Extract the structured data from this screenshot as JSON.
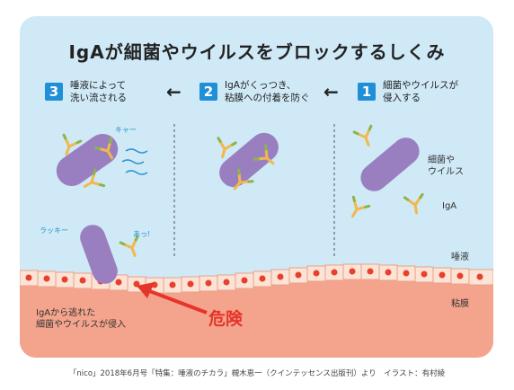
{
  "title": "IgAが細菌やウイルスをブロックするしくみ",
  "steps": [
    {
      "num": "3",
      "line1": "唾液によって",
      "line2": "洗い流される"
    },
    {
      "num": "2",
      "line1": "IgAがくっつき、",
      "line2": "粘膜への付着を防ぐ"
    },
    {
      "num": "1",
      "line1": "細菌やウイルスが",
      "line2": "侵入する"
    }
  ],
  "arrow_glyph": "←",
  "labels": {
    "germ_line1": "細菌や",
    "germ_line2": "ウイルス",
    "iga": "IgA",
    "saliva": "唾液",
    "mucosa": "粘膜",
    "escaped_line1": "IgAから逃れた",
    "escaped_line2": "細菌やウイルスが侵入",
    "kya": "キャー",
    "lucky": "ラッキー",
    "ah": "あっ!",
    "danger": "危険"
  },
  "caption": "「nico」2018年6月号「特集：唾液のチカラ」槻木恵一（クインテッセンス出版刊）より　イラスト：有村綾",
  "colors": {
    "sky": "#cfe9f6",
    "tissue": "#f4a48d",
    "cell": "#fbe3d6",
    "nucleus": "#e8402a",
    "germ": "#9a7fc0",
    "step_badge": "#1f8fd6",
    "danger": "#e5352a"
  }
}
